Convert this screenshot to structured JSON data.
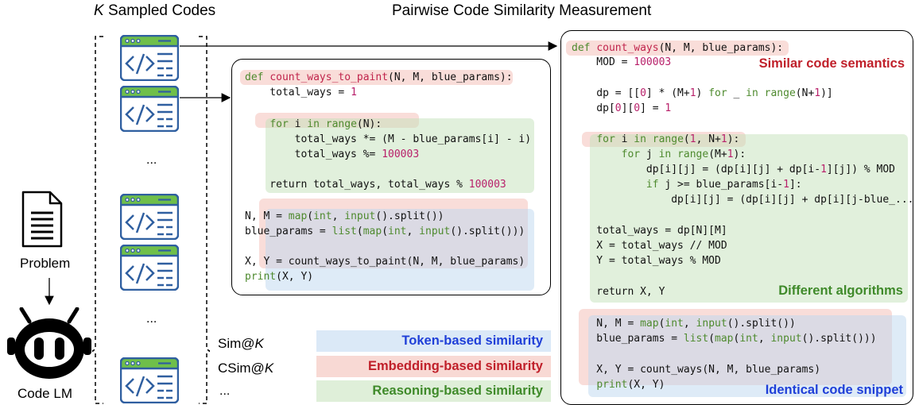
{
  "headers": {
    "sampled_codes_k": "K",
    "sampled_codes_rest": " Sampled Codes",
    "pairwise": "Pairwise Code Similarity Measurement"
  },
  "left": {
    "problem_label": "Problem",
    "codelm_label": "Code LM",
    "ellipsis": "..."
  },
  "metrics": {
    "sim_prefix": "Sim@",
    "csim_prefix": "CSim@",
    "k": "K",
    "more": "..."
  },
  "legend": {
    "token": "Token-based similarity",
    "embedding": "Embedding-based similarity",
    "reasoning": "Reasoning-based similarity"
  },
  "annotations": {
    "similar": "Similar code semantics",
    "different": "Different algorithms",
    "identical": "Identical code snippet"
  },
  "code_a": [
    "def count_ways_to_paint(N, M, blue_params):",
    "    total_ways = 1",
    "",
    "    for i in range(N):",
    "        total_ways *= (M - blue_params[i] - i)",
    "        total_ways %= 100003",
    "",
    "    return total_ways, total_ways % 100003",
    "",
    "N, M = map(int, input().split())",
    "blue_params = list(map(int, input().split()))",
    "",
    "X, Y = count_ways_to_paint(N, M, blue_params)",
    "print(X, Y)"
  ],
  "code_b": [
    "def count_ways(N, M, blue_params):",
    "    MOD = 100003",
    "",
    "    dp = [[0] * (M+1) for _ in range(N+1)]",
    "    dp[0][0] = 1",
    "",
    "    for i in range(1, N+1):",
    "        for j in range(M+1):",
    "            dp[i][j] = (dp[i][j] + dp[i-1][j]) % MOD",
    "            if j >= blue_params[i-1]:",
    "                dp[i][j] = (dp[i][j] + dp[i][j-blue_...",
    "",
    "    total_ways = dp[N][M]",
    "    X = total_ways // MOD",
    "    Y = total_ways % MOD",
    "",
    "    return X, Y",
    "",
    "N, M = map(int, input().split())",
    "blue_params = list(map(int, input().split()))",
    "",
    "X, Y = count_ways(N, M, blue_params)",
    "print(X, Y)"
  ],
  "colors": {
    "red_text": "#c0202a",
    "green_text": "#3f8a2a",
    "blue_text": "#1f3fd8",
    "icon_green": "#6fbf4a",
    "icon_blue": "#2f5fa0"
  }
}
